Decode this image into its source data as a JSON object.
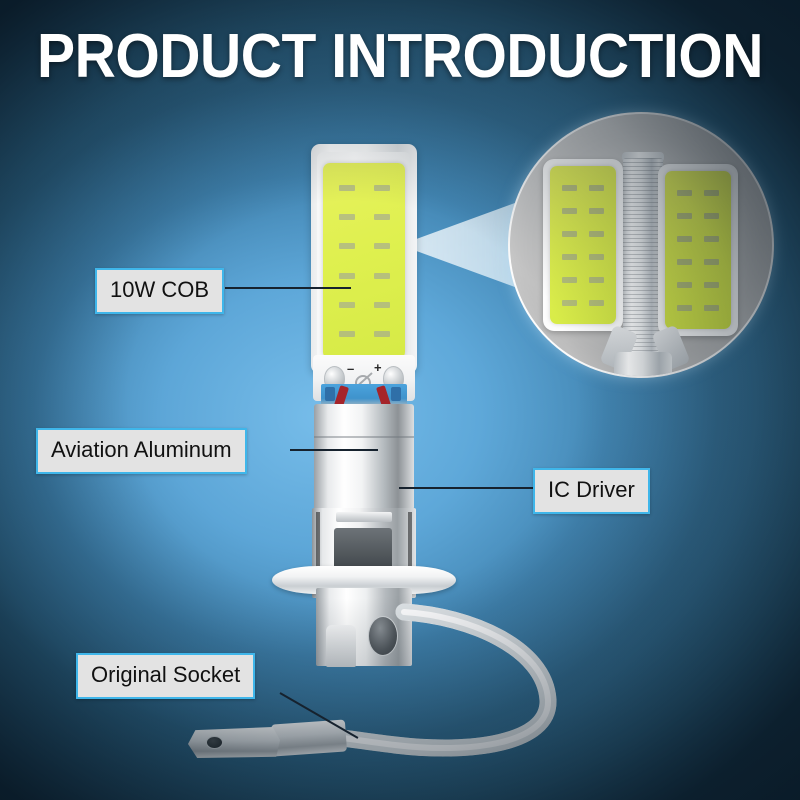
{
  "page": {
    "title": "PRODUCT INTRODUCTION",
    "background_colors": {
      "center": "#5aa6d2",
      "mid": "#2f6889",
      "edge": "#0d1d29"
    }
  },
  "callouts": [
    {
      "id": "cob",
      "label": "10W COB",
      "feature": "COB LED light panel, 10 watt"
    },
    {
      "id": "aluminum",
      "label": "Aviation Aluminum",
      "feature": "Aviation aluminum heat sink body"
    },
    {
      "id": "ic-driver",
      "label": "IC Driver",
      "feature": "Integrated circuit driver housed in base"
    },
    {
      "id": "socket",
      "label": "Original Socket",
      "feature": "Original H3 socket connector with spade terminal"
    }
  ],
  "label_style": {
    "background": "#e3e3e3",
    "border": "#3fb6ea",
    "text": "#111111",
    "leader_line": "#16222e"
  },
  "product": {
    "type": "H3 COB LED car bulb",
    "cob_panel": {
      "color": "#dff04f",
      "chip_rows": 6,
      "chip_columns": 2,
      "chip_color": "#9ea39a"
    },
    "terminals": {
      "negative": "–",
      "positive": "+"
    },
    "body_color": "#ffffff",
    "wire_color": "#f4f5f6"
  },
  "magnifier": {
    "name": "magnified-detail-circle",
    "fill": "#b5b5b5",
    "ring": "#ffffff",
    "panels": 2,
    "shows": "two COB panels flanking the ridged aluminum post"
  }
}
